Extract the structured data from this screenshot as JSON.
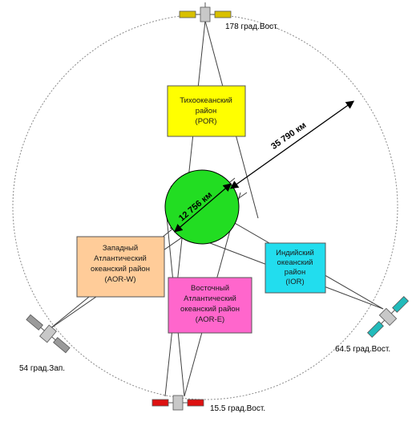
{
  "colors": {
    "orbit": "#8a8a8a",
    "line": "#404040",
    "earth_fill": "#22dd22",
    "box_por": "#ffff00",
    "box_aorw": "#ffcc99",
    "box_aore": "#ff66cc",
    "box_ior": "#22ddee",
    "sat_por": "#d8c000",
    "sat_aorw": "#9a9a9a",
    "sat_aore": "#dd1111",
    "sat_ior": "#22bbbb"
  },
  "satellites": {
    "por": {
      "label": "178 град.Вост.",
      "icon": "satellite-icon"
    },
    "aorw": {
      "label": "54 град.Зап.",
      "icon": "satellite-icon"
    },
    "aore": {
      "label": "15.5 град.Вост.",
      "icon": "satellite-icon"
    },
    "ior": {
      "label": "64.5 град.Вост.",
      "icon": "satellite-icon"
    }
  },
  "regions": {
    "por": [
      "Тихоокеанский",
      "район",
      "(POR)"
    ],
    "aorw": [
      "Западный",
      "Атлантический",
      "океанский район",
      "(AOR-W)"
    ],
    "aore": [
      "Восточный",
      "Атлантический",
      "океанский район",
      "(AOR-E)"
    ],
    "ior": [
      "Индийский",
      "океанский",
      "район",
      "(IOR)"
    ]
  },
  "distances": {
    "orbit": "35 790 км",
    "earth": "12 756 км"
  }
}
